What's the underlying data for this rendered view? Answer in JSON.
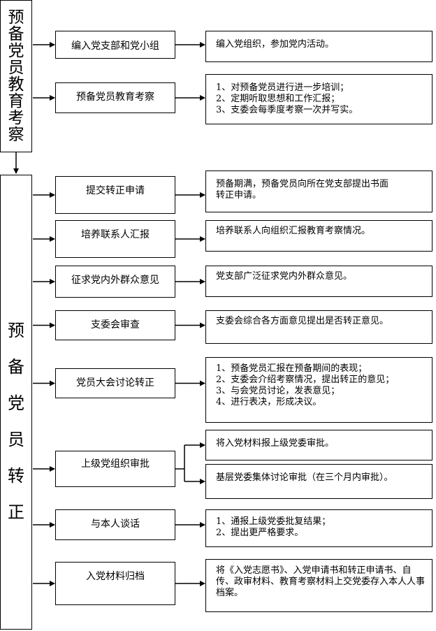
{
  "sections": [
    {
      "title": "预备党员教育考察"
    },
    {
      "title": "预备党员转正"
    }
  ],
  "steps": [
    {
      "label": "编入党支部和党小组",
      "details": [
        {
          "lines": [
            "编入党组织，参加党内活动。"
          ]
        }
      ]
    },
    {
      "label": "预备党员教育考察",
      "details": [
        {
          "lines": [
            "1、对预备党员进行进一步培训；",
            "2、定期听取思想和工作汇报；",
            "3、支委会每季度考察一次并写实。"
          ]
        }
      ]
    },
    {
      "label": "提交转正申请",
      "details": [
        {
          "lines": [
            "预备期满，预备党员向所在党支部提出书面",
            "转正申请。"
          ]
        }
      ]
    },
    {
      "label": "培养联系人汇报",
      "details": [
        {
          "lines": [
            "培养联系人向组织汇报教育考察情况。"
          ]
        }
      ]
    },
    {
      "label": "征求党内外群众意见",
      "details": [
        {
          "lines": [
            "党支部广泛征求党内外群众意见。"
          ]
        }
      ]
    },
    {
      "label": "支委会审查",
      "details": [
        {
          "lines": [
            "支委会综合各方面意见提出是否转正意见。"
          ]
        }
      ]
    },
    {
      "label": "党员大会讨论转正",
      "details": [
        {
          "lines": [
            "1、预备党员汇报在预备期间的表现；",
            "2、支委会介绍考察情况，提出转正的意见；",
            "3、与会党员讨论，发表意见；",
            "4、进行表决，形成决议。"
          ]
        }
      ]
    },
    {
      "label": "上级党组织审批",
      "details": [
        {
          "lines": [
            "将入党材料报上级党委审批。"
          ]
        },
        {
          "lines": [
            "基层党委集体讨论审批（在三个月内审批）。"
          ]
        }
      ]
    },
    {
      "label": "与本人谈话",
      "details": [
        {
          "lines": [
            "1、通报上级党委批复结果；",
            "2、提出更严格要求。"
          ]
        }
      ]
    },
    {
      "label": "入党材料归档",
      "details": [
        {
          "lines": [
            "将《入党志愿书》、入党申请书和转正申请书、自传、政审材料、教育考察材料上交党委存入本人人事档案。"
          ]
        }
      ]
    }
  ]
}
